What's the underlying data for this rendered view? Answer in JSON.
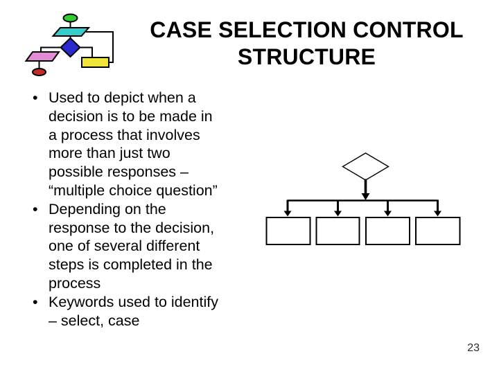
{
  "title": {
    "lines": [
      "CASE SELECTION CONTROL",
      "STRUCTURE"
    ]
  },
  "bullets": [
    {
      "marker": "•",
      "lines": [
        "Used to depict when a",
        "decision is to be made in",
        "a process that involves",
        "more than just two",
        "possible responses –",
        "“multiple choice question”"
      ]
    },
    {
      "marker": "•",
      "lines": [
        "Depending on the",
        "response to the decision,",
        "one of several different",
        "steps is completed in the",
        "process"
      ]
    },
    {
      "marker": "•",
      "lines": [
        "Keywords used to identify",
        "– select, case"
      ]
    }
  ],
  "page_number": "23",
  "clipart": {
    "label": "flowchart-clipart-logo",
    "colors": {
      "green": "#33CC33",
      "cyan": "#35CCCC",
      "blue": "#2929CC",
      "yellow": "#F0E539",
      "pink": "#E58BD5",
      "red": "#C42B2B",
      "line": "#000000"
    }
  },
  "chart_data": {
    "type": "table",
    "title": "case selection structure diagram",
    "description": "Decision diamond with one arrow down to a horizontal branch line feeding four empty process boxes",
    "decision_shape": "diamond",
    "branch_count": 4,
    "box_labels": [
      "",
      "",
      "",
      ""
    ]
  }
}
